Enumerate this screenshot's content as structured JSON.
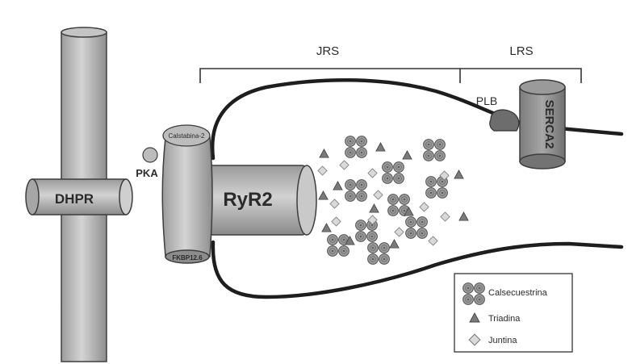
{
  "labels": {
    "jrs": "JRS",
    "lrs": "LRS",
    "plb": "PLB",
    "serca2": "SERCA2",
    "dhpr": "DHPR",
    "pka": "PKA",
    "calstabina": "Calstabina-2",
    "ryr2": "RyR2",
    "fkbp": "FKBP12.6"
  },
  "legend": {
    "items": [
      {
        "name": "calsequestrin",
        "label": "Calsecuestrina"
      },
      {
        "name": "triadin",
        "label": "Triadina"
      },
      {
        "name": "junctin",
        "label": "Juntina"
      }
    ]
  },
  "colors": {
    "background": "#ffffff",
    "membrane_tube": "#b9b9b9",
    "membrane_outline": "#4a4a4a",
    "serca": "#8f8f8f",
    "plb": "#6d6d6d",
    "calsequestrin": "#9a9a9a",
    "triadin": "#7a7a7a",
    "junctin": "#d8d8d8",
    "sr_outline": "#1e1e1e"
  }
}
